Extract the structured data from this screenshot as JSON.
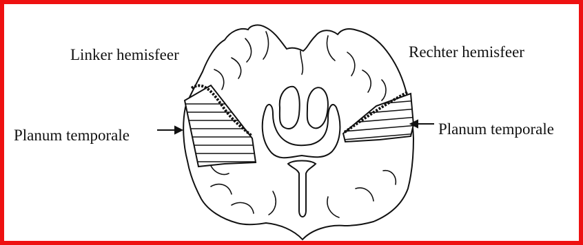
{
  "labels": {
    "left_hemisphere": "Linker hemisfeer",
    "right_hemisphere": "Rechter hemisfeer",
    "planum_left": "Planum temporale",
    "planum_right": "Planum temporale"
  },
  "colors": {
    "frame": "#ee1111",
    "ink": "#111111",
    "background": "#ffffff"
  }
}
